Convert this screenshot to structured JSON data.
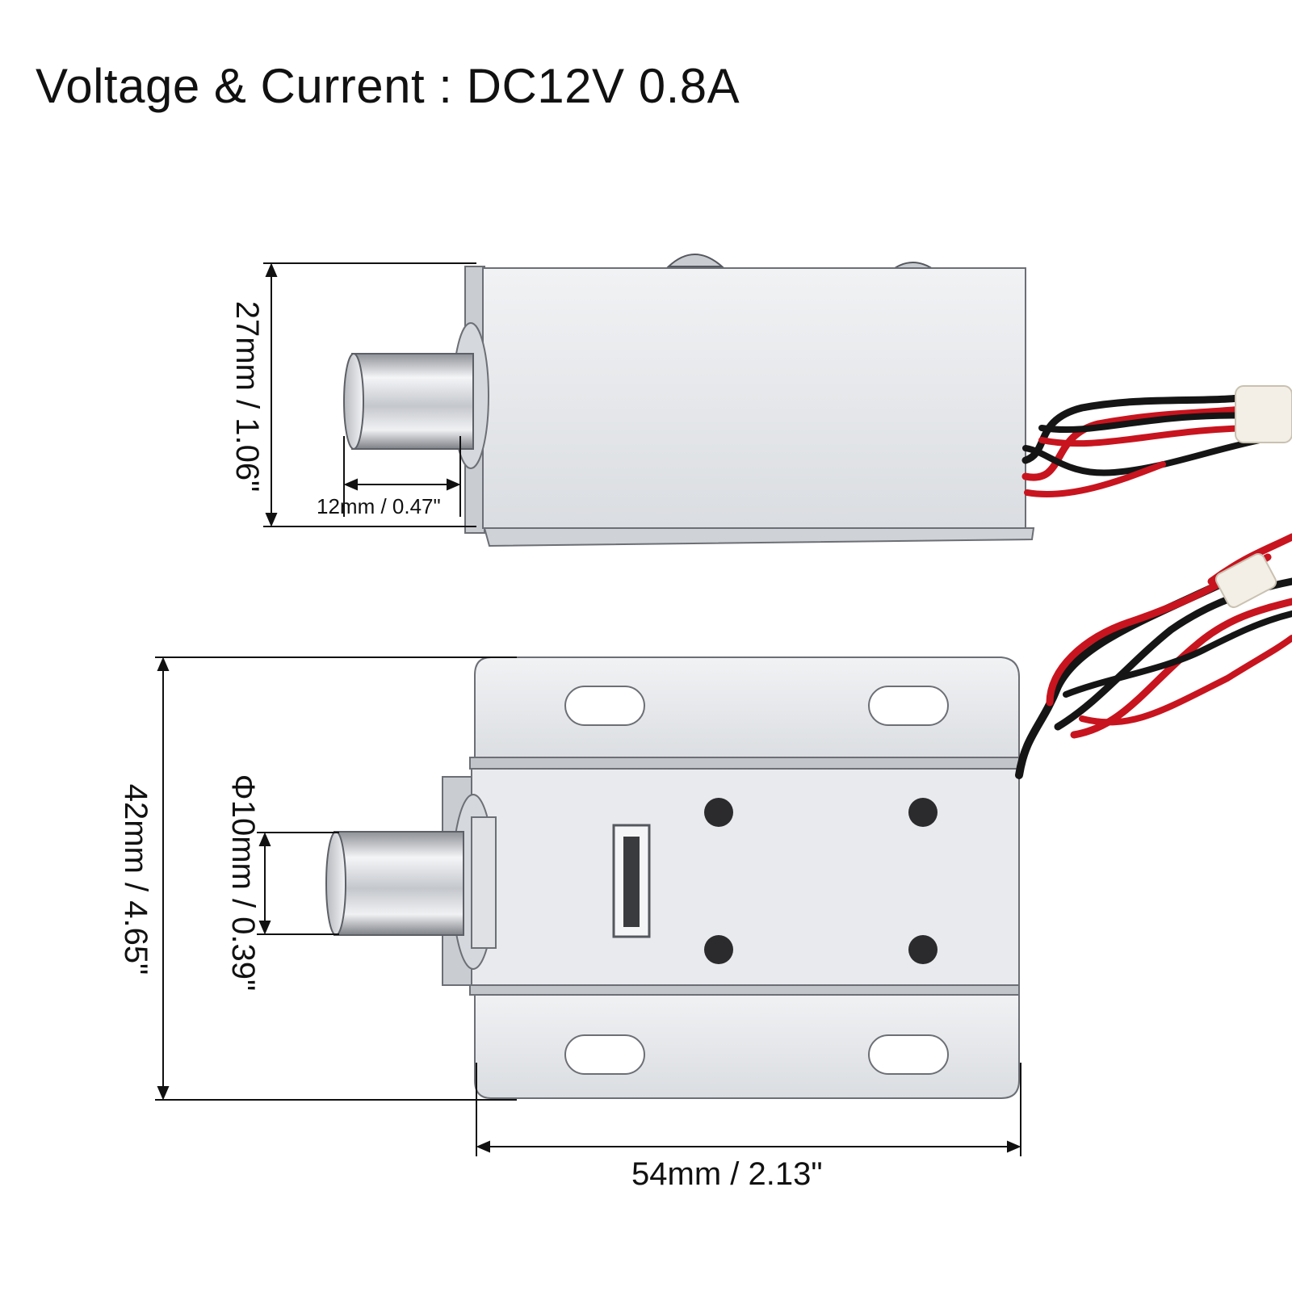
{
  "title": "Voltage & Current : DC12V 0.8A",
  "dimensions": {
    "top_height": "27mm / 1.06\"",
    "plunger_length": "12mm / 0.47\"",
    "bottom_height": "42mm / 4.65\"",
    "plunger_diameter": "Φ10mm / 0.39\"",
    "bottom_width": "54mm / 2.13\""
  },
  "colors": {
    "metal": "#e6e7ea",
    "metal_shadow": "#b9bcc2",
    "wire_red": "#c8141e",
    "wire_black": "#151515",
    "sleeve": "#f3efe6"
  }
}
